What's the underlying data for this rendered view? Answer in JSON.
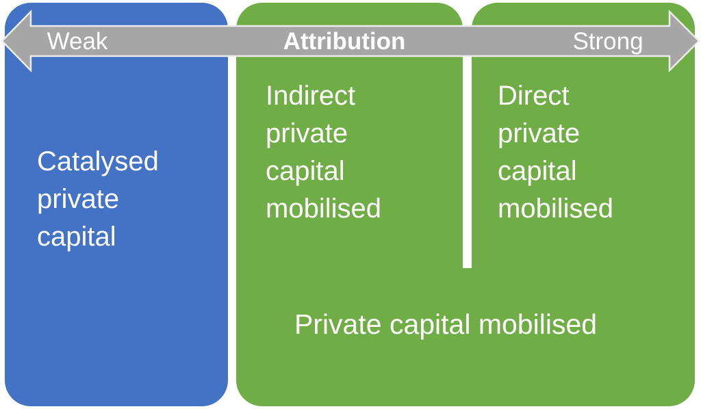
{
  "axis": {
    "weak_label": "Weak",
    "attribution_label": "Attribution",
    "strong_label": "Strong"
  },
  "boxes": {
    "catalysed": {
      "label": "Catalysed\nprivate\ncapital"
    },
    "indirect": {
      "label": "Indirect\nprivate\ncapital\nmobilised"
    },
    "direct": {
      "label": "Direct\nprivate\ncapital\nmobilised"
    },
    "mobilised": {
      "label": "Private capital mobilised"
    }
  },
  "colors": {
    "blue_box": "#4472C4",
    "green_box": "#70AD47",
    "arrow_gray": "#A6A6A6",
    "arrow_outline": "#ECECEC",
    "label_text": "#FFFFFF"
  }
}
